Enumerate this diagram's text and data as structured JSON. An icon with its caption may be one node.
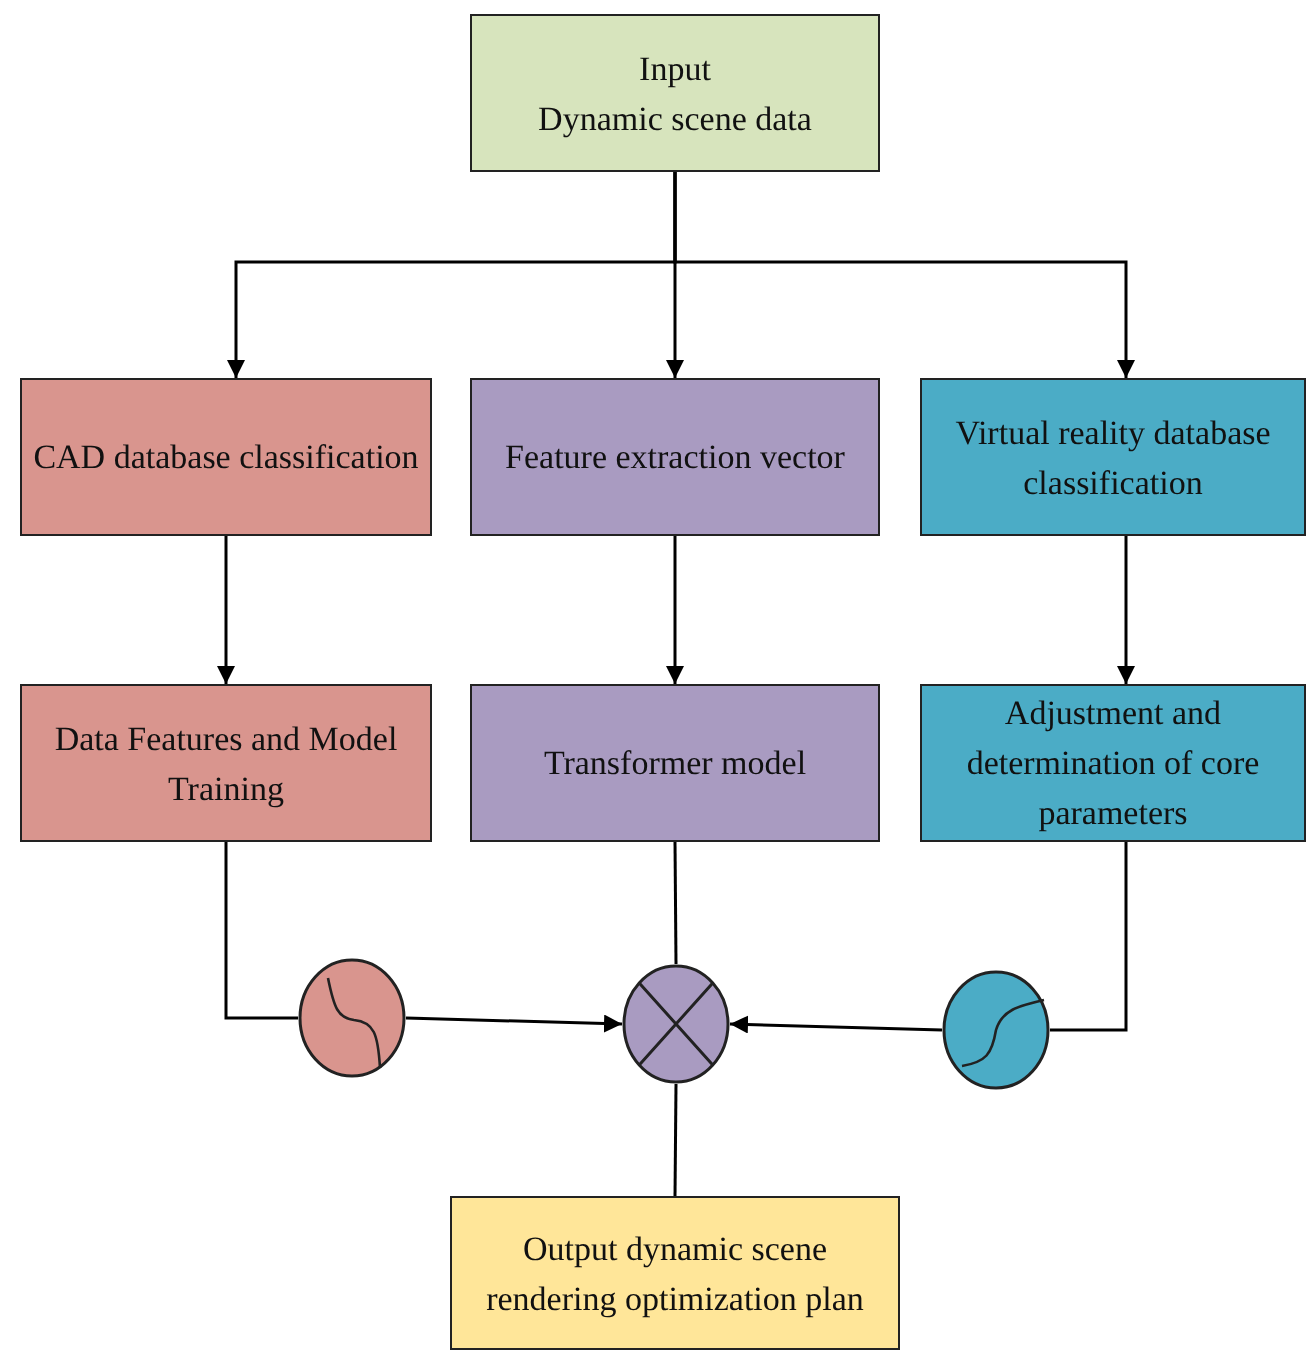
{
  "diagram": {
    "nodes": [
      {
        "text": [
          "Input",
          "Dynamic scene data"
        ]
      },
      {
        "text": [
          "CAD database classification"
        ]
      },
      {
        "text": [
          "Feature extraction vector"
        ]
      },
      {
        "text": [
          "Virtual reality database classification"
        ]
      },
      {
        "text": [
          "Data Features and Model Training"
        ]
      },
      {
        "text": [
          "Transformer model"
        ]
      },
      {
        "text": [
          "Adjustment and determination of core parameters"
        ]
      },
      {
        "text": [],
        "shape": "circle"
      },
      {
        "text": [],
        "shape": "circle"
      },
      {
        "text": [],
        "shape": "circle"
      },
      {
        "text": [
          "Output dynamic scene rendering optimization plan"
        ]
      }
    ],
    "edges": [
      {
        "from": 0,
        "to": 1,
        "arrow": "to"
      },
      {
        "from": 0,
        "to": 2,
        "arrow": "to"
      },
      {
        "from": 0,
        "to": 3,
        "arrow": "to"
      },
      {
        "from": 1,
        "to": 4,
        "arrow": "to"
      },
      {
        "from": 2,
        "to": 5,
        "arrow": "to"
      },
      {
        "from": 3,
        "to": 6,
        "arrow": "to"
      },
      {
        "from": 4,
        "to": 7,
        "arrow": "none"
      },
      {
        "from": 7,
        "to": 8,
        "arrow": "to"
      },
      {
        "from": 5,
        "to": 8,
        "arrow": "none"
      },
      {
        "from": 6,
        "to": 9,
        "arrow": "none"
      },
      {
        "from": 9,
        "to": 8,
        "arrow": "to"
      },
      {
        "from": 8,
        "to": 10,
        "arrow": "none"
      }
    ]
  }
}
